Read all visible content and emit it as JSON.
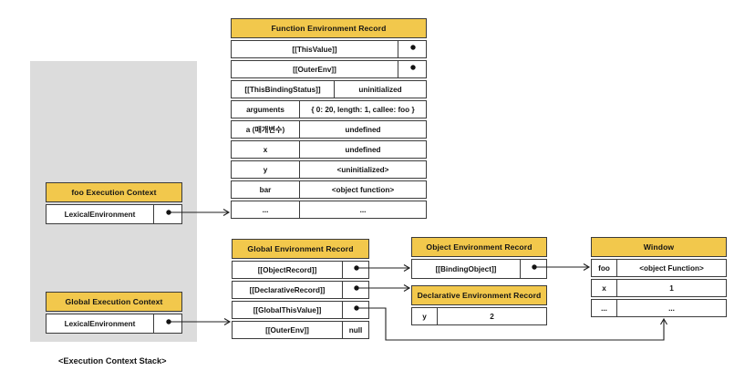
{
  "colors": {
    "header_bg": "#f2c84c",
    "stack_panel_bg": "#dcdcdc",
    "border": "#3b3b3b",
    "arrow": "#1f1f1f",
    "text": "#141414"
  },
  "icons": {
    "pointer_dot": "●",
    "arrowhead": "➔"
  },
  "caption": "<Execution Context Stack>",
  "foo_execution_context": {
    "title": "foo Execution Context",
    "rows": [
      {
        "label": "LexicalEnvironment"
      }
    ]
  },
  "global_execution_context": {
    "title": "Global Execution Context",
    "rows": [
      {
        "label": "LexicalEnvironment"
      }
    ]
  },
  "function_environment_record": {
    "title": "Function Environment Record",
    "rows": [
      {
        "label": "[[ThisValue]]"
      },
      {
        "label": "[[OuterEnv]]"
      },
      {
        "label": "[[ThisBindingStatus]]",
        "value": "uninitialized"
      },
      {
        "label": "arguments",
        "value": "{ 0: 20, length: 1, callee: foo }"
      },
      {
        "label": "a (매개변수)",
        "value": "undefined"
      },
      {
        "label": "x",
        "value": "undefined"
      },
      {
        "label": "y",
        "value": "<uninitialized>"
      },
      {
        "label": "bar",
        "value": "<object function>"
      },
      {
        "label": "...",
        "value": "..."
      }
    ]
  },
  "global_environment_record": {
    "title": "Global Environment Record",
    "rows": [
      {
        "label": "[[ObjectRecord]]"
      },
      {
        "label": "[[DeclarativeRecord]]"
      },
      {
        "label": "[[GlobalThisValue]]"
      },
      {
        "label": "[[OuterEnv]]",
        "value": "null"
      }
    ]
  },
  "object_environment_record": {
    "title": "Object Environment Record",
    "rows": [
      {
        "label": "[[BindingObject]]"
      }
    ]
  },
  "declarative_environment_record": {
    "title": "Declarative Environment Record",
    "rows": [
      {
        "label": "y",
        "value": "2"
      }
    ]
  },
  "window_object": {
    "title": "Window",
    "rows": [
      {
        "label": "foo",
        "value": "<object Function>"
      },
      {
        "label": "x",
        "value": "1"
      },
      {
        "label": "...",
        "value": "..."
      }
    ]
  }
}
